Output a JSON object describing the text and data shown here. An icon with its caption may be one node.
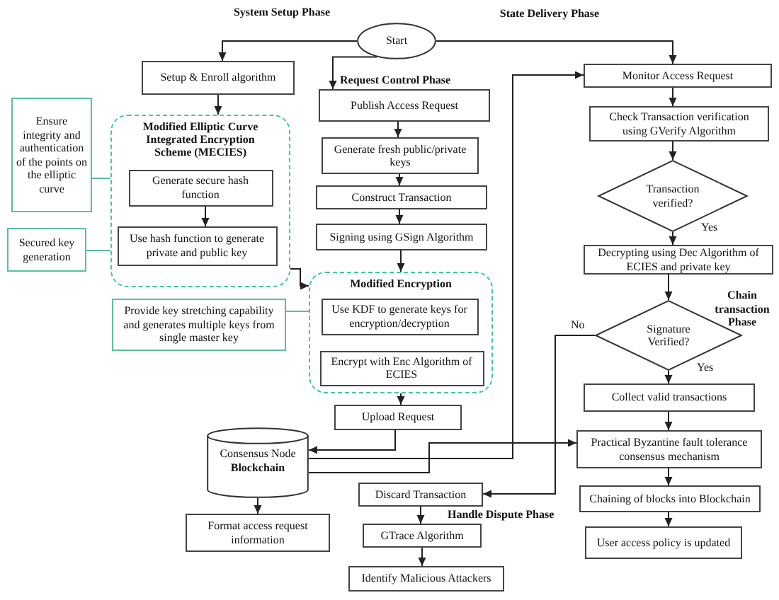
{
  "diagram": {
    "nodes": [
      {
        "text": [
          "Start"
        ]
      },
      {
        "text": [
          "Setup & Enroll algorithm"
        ]
      },
      {
        "text": [
          "Publish Access Request"
        ]
      },
      {
        "text": [
          "Monitor Access Request"
        ]
      },
      {
        "text": [
          "Ensure integrity and authentication of the points on the elliptic curve"
        ]
      },
      {
        "text": [
          "Modified Elliptic Curve Integrated Encryption Scheme (MECIES)"
        ]
      },
      {
        "text": [
          "Generate secure hash function"
        ],
        "in": 5
      },
      {
        "text": [
          "Use hash function to generate private and public key"
        ],
        "in": 5
      },
      {
        "text": [
          "Secured key generation"
        ]
      },
      {
        "text": [
          "Generate fresh public/private keys"
        ]
      },
      {
        "text": [
          "Construct Transaction"
        ]
      },
      {
        "text": [
          "Signing using GSign Algorithm"
        ]
      },
      {
        "text": [
          "Check Transaction verification using GVerify Algorithm"
        ]
      },
      {
        "text": [
          "Transaction verified?"
        ]
      },
      {
        "text": [
          "Decrypting using Dec Algorithm of ECIES and private key"
        ]
      },
      {
        "text": [
          "Provide key stretching capability and generates multiple keys from single master key"
        ]
      },
      {
        "text": [
          "Modified Encryption"
        ]
      },
      {
        "text": [
          "Use KDF to generate keys for encryption/decryption"
        ],
        "in": 16
      },
      {
        "text": [
          "Encrypt with Enc Algorithm of ECIES"
        ],
        "in": 16
      },
      {
        "text": [
          "Signature Verified?"
        ]
      },
      {
        "text": [
          "Collect valid transactions"
        ]
      },
      {
        "text": [
          "Upload Request"
        ]
      },
      {
        "text": [
          "Consensus Node",
          "Blockchain"
        ]
      },
      {
        "text": [
          "Practical Byzantine fault tolerance consensus mechanism"
        ]
      },
      {
        "text": [
          "Discard Transaction"
        ]
      },
      {
        "text": [
          "Chaining of blocks into Blockchain"
        ]
      },
      {
        "text": [
          "Format access request information"
        ]
      },
      {
        "text": [
          "GTrace Algorithm"
        ]
      },
      {
        "text": [
          "User access policy is updated"
        ]
      },
      {
        "text": [
          "Identify Malicious Attackers"
        ]
      }
    ],
    "edges": [
      {
        "from": 0,
        "to": 1,
        "arrow": "to"
      },
      {
        "from": 0,
        "to": 2,
        "arrow": "to"
      },
      {
        "from": 0,
        "to": 3,
        "arrow": "to"
      },
      {
        "from": 1,
        "to": 5,
        "arrow": "to"
      },
      {
        "from": 6,
        "to": 7,
        "arrow": "to"
      },
      {
        "from": 4,
        "to": 5,
        "arrow": "none",
        "color": "#5cbf98"
      },
      {
        "from": 8,
        "to": 5,
        "arrow": "none",
        "color": "#5cbf98"
      },
      {
        "from": 2,
        "to": 9,
        "arrow": "to"
      },
      {
        "from": 9,
        "to": 10,
        "arrow": "to"
      },
      {
        "from": 10,
        "to": 11,
        "arrow": "to"
      },
      {
        "from": 11,
        "to": 16,
        "arrow": "to"
      },
      {
        "from": 5,
        "to": 16,
        "arrow": "to"
      },
      {
        "from": 15,
        "to": 16,
        "arrow": "none",
        "color": "#5cbf98"
      },
      {
        "from": 16,
        "to": 21,
        "arrow": "to"
      },
      {
        "from": 21,
        "to": 22,
        "arrow": "to"
      },
      {
        "from": 22,
        "to": 26,
        "arrow": "to"
      },
      {
        "from": 22,
        "to": 3,
        "arrow": "to"
      },
      {
        "from": 22,
        "to": 23,
        "arrow": "to"
      },
      {
        "from": 3,
        "to": 12,
        "arrow": "to"
      },
      {
        "from": 12,
        "to": 13,
        "arrow": "to"
      },
      {
        "from": 13,
        "to": 14,
        "arrow": "to",
        "label": "Yes"
      },
      {
        "from": 14,
        "to": 19,
        "arrow": "to"
      },
      {
        "from": 19,
        "to": 20,
        "arrow": "to",
        "label": "Yes"
      },
      {
        "from": 19,
        "to": 24,
        "arrow": "to",
        "label": "No"
      },
      {
        "from": 20,
        "to": 23,
        "arrow": "to"
      },
      {
        "from": 23,
        "to": 25,
        "arrow": "to"
      },
      {
        "from": 25,
        "to": 28,
        "arrow": "to"
      },
      {
        "from": 24,
        "to": 27,
        "arrow": "to"
      },
      {
        "from": 27,
        "to": 29,
        "arrow": "to"
      }
    ],
    "labels": [
      "System Setup Phase",
      "State Delivery Phase",
      "Request Control Phase",
      "Chain transaction Phase",
      "Handle Dispute Phase"
    ]
  }
}
